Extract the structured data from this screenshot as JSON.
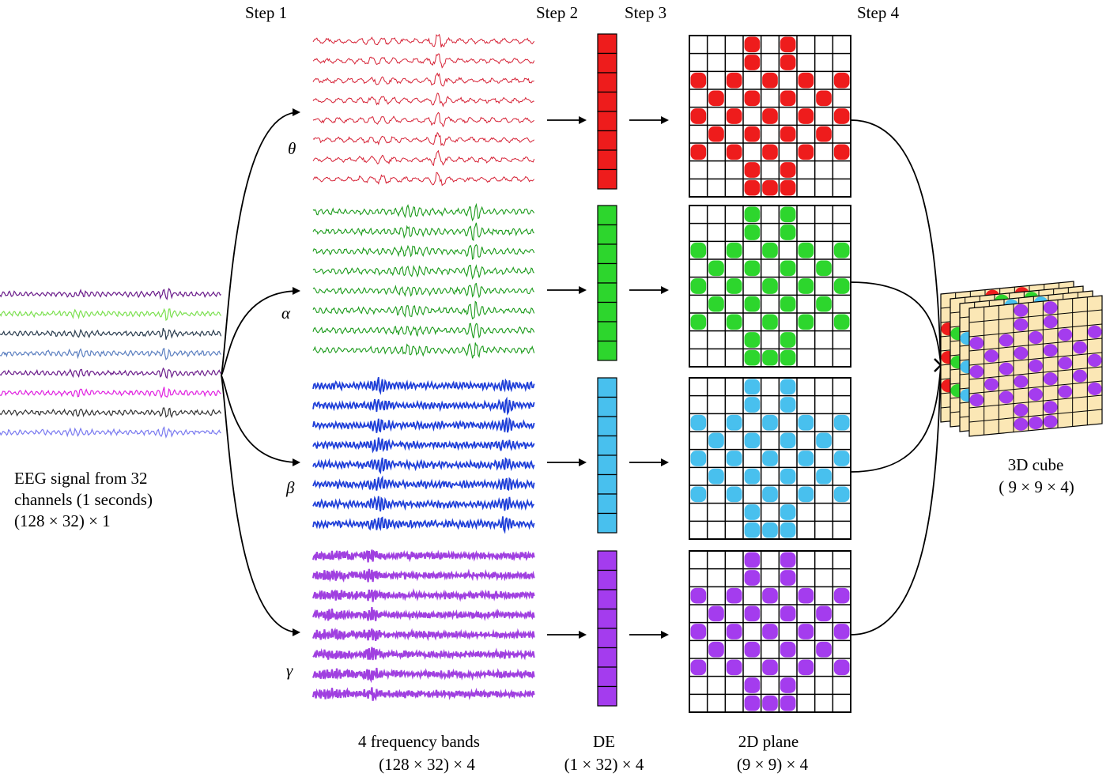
{
  "steps": [
    "Step 1",
    "Step 2",
    "Step 3",
    "Step 4"
  ],
  "input": {
    "caption": [
      "EEG signal from 32",
      "channels (1 seconds)",
      "(128 × 32) × 1"
    ],
    "channel_colors": [
      "#6a1b8a",
      "#7be04f",
      "#2c3e50",
      "#5b7fc0",
      "#6a1b8a",
      "#e020e0",
      "#333333",
      "#7a7af0"
    ]
  },
  "bands": [
    {
      "name": "θ",
      "color": "#e8202e",
      "cell_color": "#ee1c1c",
      "wave_color": "#d62236"
    },
    {
      "name": "α",
      "color": "#2fcf2f",
      "cell_color": "#2dd62d",
      "wave_color": "#1a9a1a"
    },
    {
      "name": "β",
      "color": "#4fc3f0",
      "cell_color": "#48c0ee",
      "wave_color": "#1f3fd8"
    },
    {
      "name": "γ",
      "color": "#a83cf0",
      "cell_color": "#a43cee",
      "wave_color": "#a040e0"
    }
  ],
  "grid": {
    "size": 9,
    "electrodes": [
      [
        0,
        3
      ],
      [
        0,
        5
      ],
      [
        1,
        3
      ],
      [
        1,
        5
      ],
      [
        2,
        0
      ],
      [
        2,
        2
      ],
      [
        2,
        4
      ],
      [
        2,
        6
      ],
      [
        2,
        8
      ],
      [
        3,
        1
      ],
      [
        3,
        3
      ],
      [
        3,
        5
      ],
      [
        3,
        7
      ],
      [
        4,
        0
      ],
      [
        4,
        2
      ],
      [
        4,
        4
      ],
      [
        4,
        6
      ],
      [
        4,
        8
      ],
      [
        5,
        1
      ],
      [
        5,
        3
      ],
      [
        5,
        5
      ],
      [
        5,
        7
      ],
      [
        6,
        0
      ],
      [
        6,
        2
      ],
      [
        6,
        4
      ],
      [
        6,
        6
      ],
      [
        6,
        8
      ],
      [
        7,
        3
      ],
      [
        7,
        5
      ],
      [
        8,
        3
      ],
      [
        8,
        4
      ],
      [
        8,
        5
      ]
    ]
  },
  "cube": {
    "cell_fill": "#fbe7b5",
    "caption": [
      "3D cube",
      "( 9 × 9 × 4)"
    ]
  },
  "bottom_labels": {
    "bands": [
      "4 frequency bands",
      "(128 × 32) × 4"
    ],
    "de": [
      "DE",
      "(1 × 32) × 4"
    ],
    "plane": [
      "2D plane",
      "(9 × 9) × 4"
    ]
  }
}
